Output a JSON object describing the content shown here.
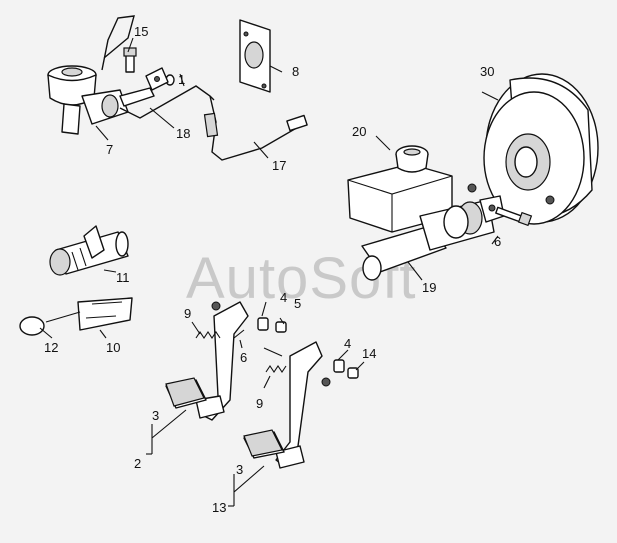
{
  "watermark": "AutoSoft",
  "callouts": {
    "c15": "15",
    "c8": "8",
    "c1": "1",
    "c7": "7",
    "c18": "18",
    "c17": "17",
    "c30": "30",
    "c20": "20",
    "c6a": "6",
    "c11": "11",
    "c19": "19",
    "c9a": "9",
    "c4a": "4",
    "c5": "5",
    "c6b": "6",
    "c12": "12",
    "c10": "10",
    "c4b": "4",
    "c14": "14",
    "c9b": "9",
    "c3a": "3",
    "c2": "2",
    "c3b": "3",
    "c13": "13"
  },
  "colors": {
    "background": "#f3f3f3",
    "ink": "#111111",
    "watermark": "#c9c9c9"
  }
}
